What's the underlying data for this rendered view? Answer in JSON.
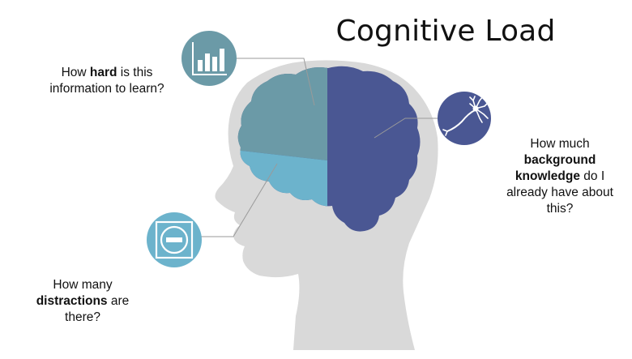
{
  "title": "Cognitive Load",
  "questions": {
    "hard": {
      "pre": "How ",
      "bold": "hard",
      "post": " is this information to learn?"
    },
    "background": {
      "pre": "How much ",
      "bold": "background knowledge",
      "post": " do I already have about this?"
    },
    "distractions": {
      "pre": "How many ",
      "bold": "distractions",
      "post": " are there?"
    }
  },
  "icons": {
    "chart": "bar-chart-icon",
    "neuron": "neuron-icon",
    "distraction": "no-entry-icon"
  },
  "colors": {
    "head": "#d9d9d9",
    "intrinsic": "#6b9aa7",
    "extraneous": "#6cb3cc",
    "germane": "#4a5793",
    "icon_chart": "#6b9aa7",
    "icon_neuron": "#4a5793",
    "icon_distraction": "#6cb3cc",
    "leader": "#9a9a9a"
  }
}
